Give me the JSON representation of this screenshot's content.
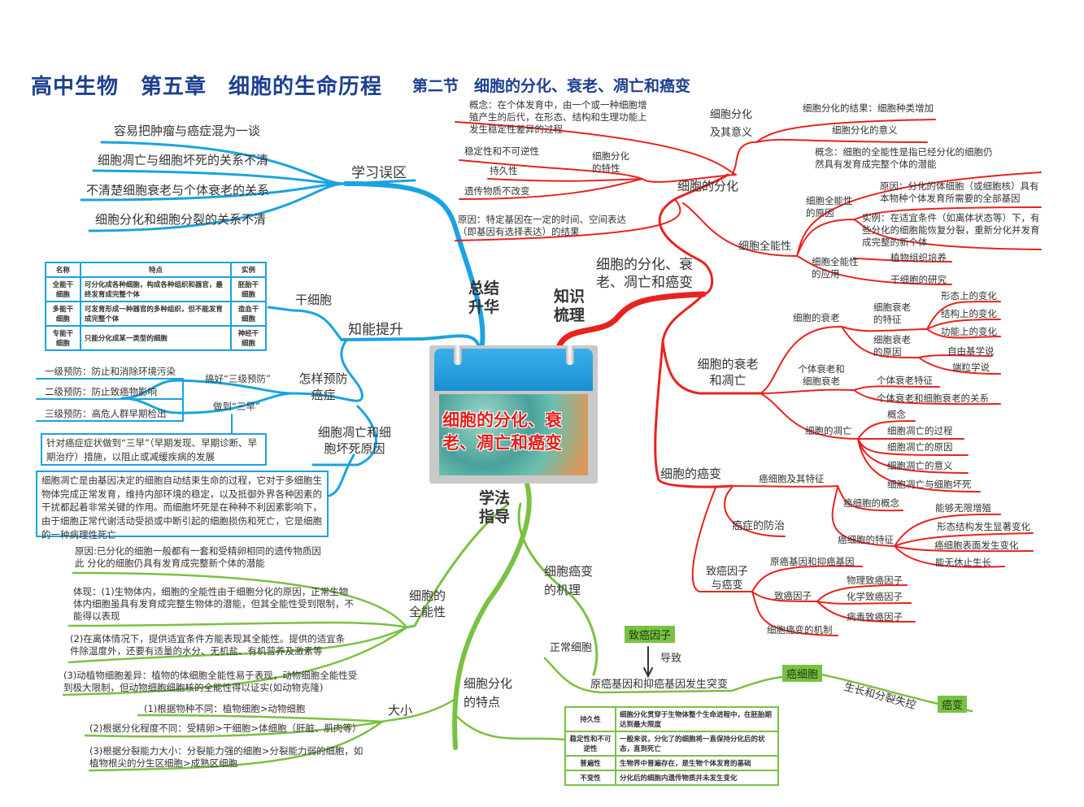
{
  "title": {
    "main": "高中生物　第五章　细胞的生命历程",
    "section": "第二节　细胞的分化、衰老、凋亡和癌变"
  },
  "center": {
    "label": "细胞的分化、衰老、凋亡和癌变"
  },
  "colors": {
    "blue": "#1aa3e0",
    "red": "#e8231f",
    "green": "#7ac143",
    "title": "#1d3f8f"
  },
  "summary": {
    "label": "总结升华",
    "misconceptions": {
      "label": "学习误区",
      "items": [
        "容易把肿瘤与癌症混为一谈",
        "细胞凋亡与细胞坏死的关系不清",
        "不清楚细胞衰老与个体衰老的关系",
        "细胞分化和细胞分裂的关系不清"
      ]
    },
    "improve": {
      "label": "知能提升",
      "stem_cell": {
        "label": "干细胞",
        "headers": [
          "名称",
          "特点",
          "实例"
        ],
        "rows": [
          [
            "全能干细胞",
            "可分化成各种细胞，构成各种组织和器官，最终发育成完整个体",
            "胚胎干细胞"
          ],
          [
            "多能干细胞",
            "可发育形成一种器官的多种组织，但不能发育成完整个体",
            "造血干细胞"
          ],
          [
            "专能干细胞",
            "只能分化成某一类型的细胞",
            "神经干细胞"
          ]
        ]
      },
      "prevent": {
        "label": "怎样预防癌症",
        "three_level": "搞好“三级预防”",
        "three_early": "做到“三早”",
        "levels": [
          "一级预防：防止和消除环境污染",
          "二级预防：防止致癌物影响",
          "三级预防：高危人群早期检出"
        ],
        "early_text": "针对癌症症状做到“三早”（早期发现、早期诊断、早期治疗）措施，以阻止或减缓疾病的发展"
      },
      "apoptosis": {
        "label": "细胞凋亡和细胞坏死原因",
        "text": "细胞凋亡是由基因决定的细胞自动结束生命的过程，它对于多细胞生物体完成正常发育，维持内部环境的稳定，以及抵御外界各种因素的干扰都起着非常关键的作用。而细胞坏死是在种种不利因素影响下，由于细胞正常代谢活动受损或中断引起的细胞损伤和死亡，它是细胞的一种病理性死亡"
      }
    }
  },
  "knowledge": {
    "label": "知识梳理",
    "sub": "细胞的分化、衰老、凋亡和癌变",
    "diff": {
      "label": "细胞的分化",
      "meaning": {
        "label": "细胞分化及其意义",
        "items": [
          "细胞分化的结果：细胞种类增加",
          "细胞分化的意义"
        ]
      },
      "concept": "概念：在个体发育中，由一个或一种细胞增殖产生的后代，在形态、结构和生理功能上发生稳定性差异的过程",
      "traits": {
        "label": "细胞分化的特性",
        "items": [
          "稳定性和不可逆性",
          "持久性",
          "遗传物质不改变"
        ]
      },
      "cause": "原因：特定基因在一定的时间、空间表达（即基因有选择表达）的结果",
      "totipotency": {
        "label": "细胞全能性",
        "concept": "概念：细胞的全能性是指已经分化的细胞仍然具有发育成完整个体的潜能",
        "reason_label": "细胞全能性的原因",
        "reason": "原因：分化的体细胞（或细胞核）具有本物种个体发育所需要的全部基因",
        "example": "实例：在适宜条件（如离体状态等）下，有些分化的细胞能恢复分裂，重新分化并发育成完整的新个体",
        "app_label": "细胞全能性的应用",
        "apps": [
          "植物组织培养",
          "干细胞的研究"
        ]
      }
    },
    "aging": {
      "label": "细胞的衰老和凋亡",
      "cell_aging": {
        "label": "细胞的衰老",
        "feature_label": "细胞衰老的特征",
        "features": [
          "形态上的变化",
          "结构上的变化",
          "功能上的变化"
        ],
        "cause_label": "细胞衰老的原因",
        "causes": [
          "自由基学说",
          "端粒学说"
        ]
      },
      "individual": {
        "label": "个体衰老和细胞衰老",
        "items": [
          "个体衰老特征",
          "个体衰老和细胞衰老的关系"
        ]
      },
      "apoptosis": {
        "label": "细胞的凋亡",
        "items": [
          "概念",
          "细胞凋亡的过程",
          "细胞凋亡的原因",
          "细胞凋亡的意义",
          "细胞凋亡与细胞坏死"
        ]
      }
    },
    "cancer": {
      "label": "细胞的癌变",
      "cells": {
        "label": "癌细胞及其特征",
        "concept": "癌细胞的概念",
        "feature_label": "癌细胞的特征",
        "features": [
          "能够无限增殖",
          "形态结构发生显著变化",
          "癌细胞表面发生变化",
          "能无休止生长"
        ]
      },
      "prevention": "癌症的防治",
      "factors": {
        "label": "致癌因子与癌变",
        "genes": "原癌基因和抑癌基因",
        "factor_label": "致癌因子",
        "factors": [
          "物理致癌因子",
          "化学致癌因子",
          "病毒致癌因子"
        ],
        "mechanism": "细胞癌变的机制"
      }
    }
  },
  "method": {
    "label": "学法指导",
    "mechanism": {
      "label": "细胞癌变的机理",
      "normal": "正常细胞",
      "factor": "致癌因子",
      "cause": "导致",
      "mutation": "原癌基因和抑癌基因发生突变",
      "cancer_cell": "癌细胞",
      "loss": "生长和分裂失控",
      "result": "癌变"
    },
    "totipotency": {
      "label": "细胞的全能性",
      "items": [
        "原因:已分化的细胞一般都有一套和受精卵相同的遗传物质因此 分化的细胞仍具有发育成完整新个体的潜能",
        "体现：(1)生物体内，细胞的全能性由于细胞分化的原因，正常生物体内细胞虽具有发育成完整生物体的潜能，但其全能性受到限制，不能得以表现",
        "(2)在离体情况下，提供适宜条件方能表现其全能性。提供的适宜条件除温度外，还要有适量的水分、无机盐、有机营养及激素等",
        "(3)动植物细胞差异：植物的体细胞全能性易于表现，动物细胞全能性受到极大限制，但动物细胞细胞核的全能性得以证实(如动物克隆)"
      ]
    },
    "size": {
      "label": "大小",
      "items": [
        "(1)根据物种不同：植物细胞>动物细胞",
        "(2)根据分化程度不同：受精卵>干细胞>体细胞（肝脏、肌肉等）",
        "(3)根据分裂能力大小：分裂能力强的细胞>分裂能力弱的细胞，如植物根尖的分生区细胞>成熟区细胞"
      ]
    },
    "features": {
      "label": "细胞分化的特点",
      "rows": [
        [
          "持久性",
          "细胞分化贯穿于生物体整个生命进程中，在胚胎期达到最大限度"
        ],
        [
          "稳定性和不可逆性",
          "一般来说，分化了的细胞将一直保持分化后的状态，直到死亡"
        ],
        [
          "普遍性",
          "生物界中普遍存在，是生物个体发育的基础"
        ],
        [
          "不变性",
          "分化后的细胞内遗传物质并未发生变化"
        ]
      ]
    }
  }
}
